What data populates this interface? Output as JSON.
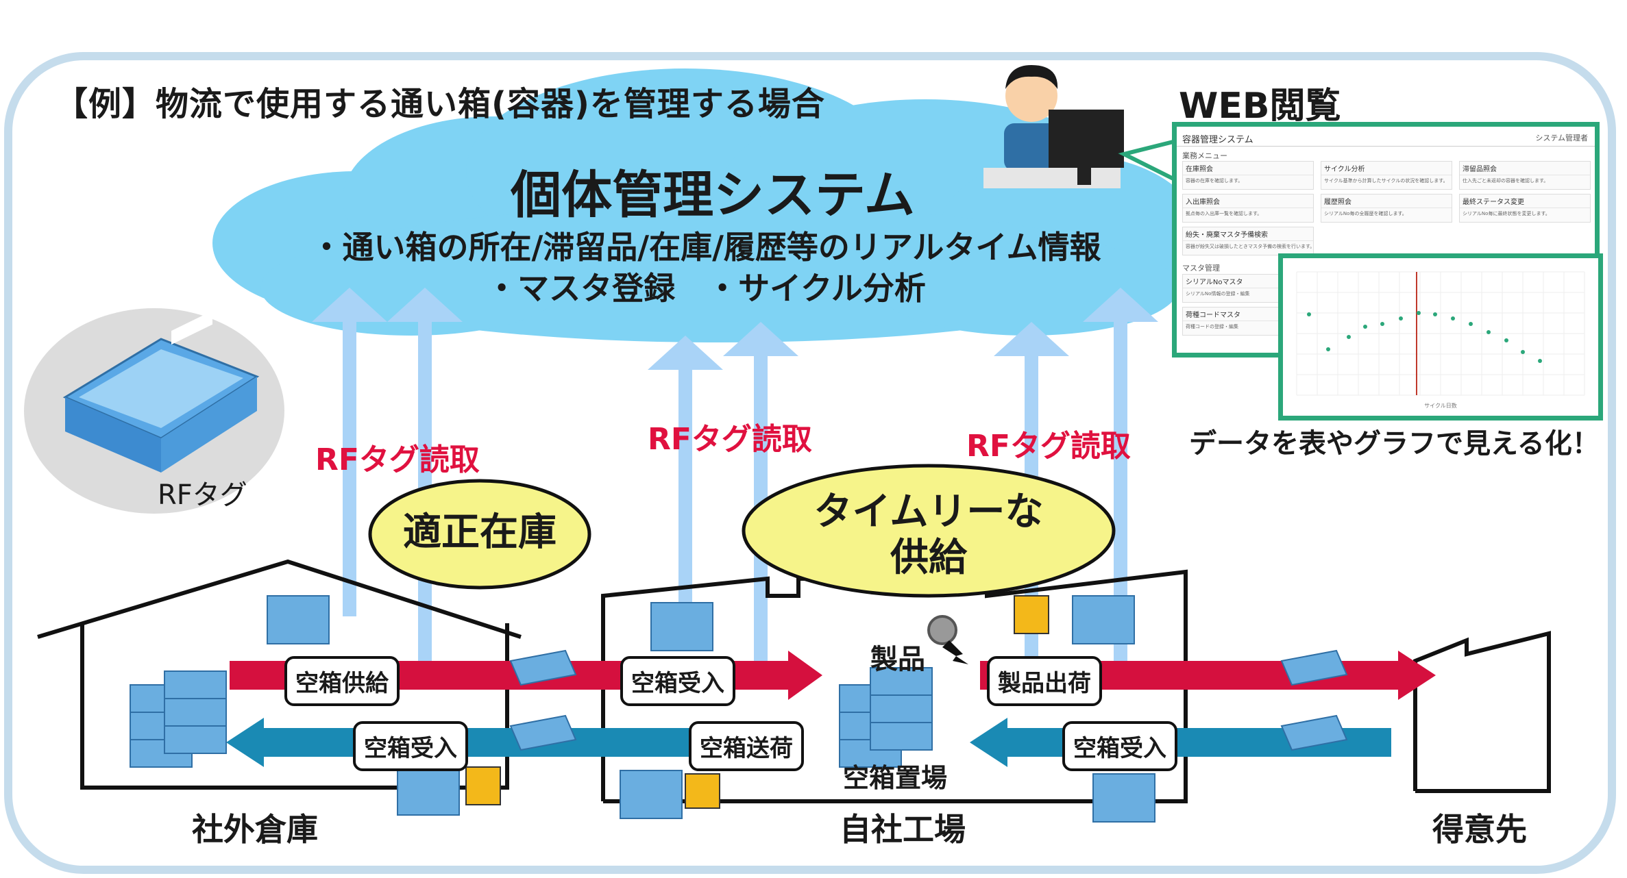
{
  "title": "【例】物流で使用する通い箱(容器)を管理する場合",
  "system": {
    "name": "個体管理システム",
    "line1": "・通い箱の所在/滞留品/在庫/履歴等のリアルタイム情報",
    "line2": "・マスタ登録　・サイクル分析"
  },
  "web": {
    "label": "WEB閲覧",
    "caption": "データを表やグラフで見える化！",
    "screen_title": "容器管理システム",
    "screen_user": "システム管理者",
    "menu_label": "業務メニュー",
    "master_label": "マスタ管理",
    "cards": [
      {
        "title": "在庫照会",
        "desc": "容器の在庫を確認します。"
      },
      {
        "title": "サイクル分析",
        "desc": "サイクル基準から計算したサイクルの状況を確認します。"
      },
      {
        "title": "滞留品照会",
        "desc": "仕入先ごと未返却の容器を確認します。"
      },
      {
        "title": "入出庫照会",
        "desc": "拠点毎の入出庫一覧を確認します。"
      },
      {
        "title": "履歴照会",
        "desc": "シリアルNo毎の全履歴を確認します。"
      },
      {
        "title": "最終ステータス変更",
        "desc": "シリアルNo毎に最終状態を変更します。"
      },
      {
        "title": "紛失・廃棄マスタ予備検索",
        "desc": "容器が紛失又は破損したときマスタ予備の検索を行います。"
      }
    ],
    "master_cards": [
      {
        "title": "シリアルNoマスタ",
        "desc": "シリアルNo情報の登録・編集"
      },
      {
        "title": "荷種コードマスタ",
        "desc": "荷種コードの登録・編集"
      }
    ],
    "chart_axis_label": "サイクル日数"
  },
  "tag": {
    "label": "RFタグ"
  },
  "rf_reads": [
    "RFタグ読取",
    "RFタグ読取",
    "RFタグ読取"
  ],
  "bubbles": {
    "stock": "適正在庫",
    "supply_line1": "タイムリーな",
    "supply_line2": "供給"
  },
  "flow_labels": {
    "empty_supply": "空箱供給",
    "empty_receive_warehouse": "空箱受入",
    "empty_receive_factory": "空箱受入",
    "empty_send": "空箱送荷",
    "product_ship": "製品出荷",
    "empty_receive_customer": "空箱受入"
  },
  "factory": {
    "product": "製品",
    "empty_yard": "空箱置場"
  },
  "places": {
    "warehouse": "社外倉庫",
    "factory": "自社工場",
    "customer": "得意先"
  },
  "colors": {
    "frame": "#c5dcec",
    "cloud": "#7fd3f4",
    "up_arrow": "#a9d3f7",
    "red_arrow": "#d5103e",
    "blue_arrow": "#1a8ab4",
    "screen_border": "#2ba77a",
    "bubble": "#f6f48a",
    "box": "#6aaee0"
  }
}
